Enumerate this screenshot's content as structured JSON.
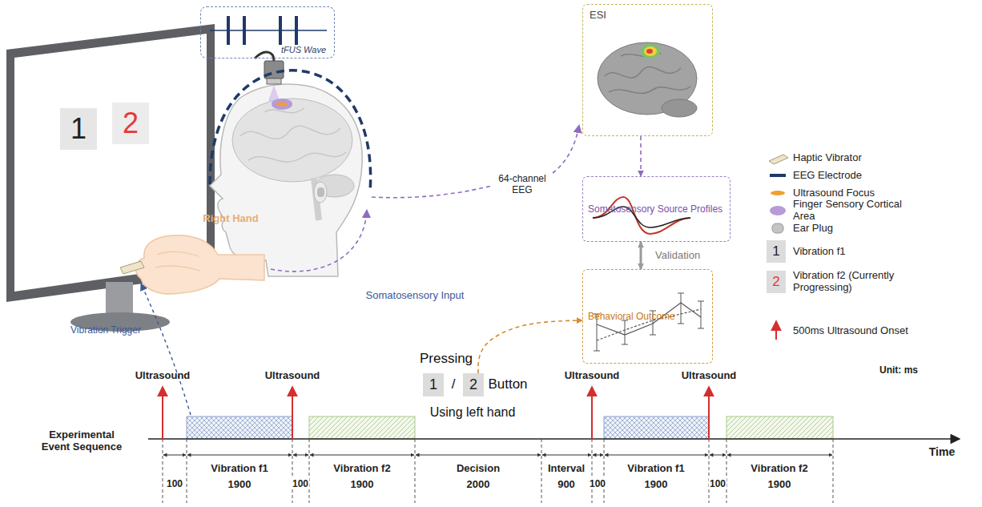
{
  "diagram": {
    "nodes": [
      {
        "text": [
          "tFUS Wave"
        ]
      },
      {
        "text": [
          "1"
        ]
      },
      {
        "text": [
          "2"
        ]
      },
      {
        "text": [
          "ESI"
        ]
      },
      {
        "text": [
          "Somatosensory Source Profiles"
        ]
      },
      {
        "text": [
          "Behavioral Outcome"
        ]
      },
      {
        "text": [
          "1"
        ]
      },
      {
        "text": [
          "2"
        ]
      },
      {
        "text": [
          "1"
        ]
      },
      {
        "text": [
          "2"
        ]
      }
    ],
    "edges": [
      {
        "from": 3,
        "to": 4,
        "arrow": "to"
      },
      {
        "from": 4,
        "to": 5,
        "arrow": "both",
        "label": "Validation"
      },
      {
        "from": 9,
        "to": 5,
        "arrow": "to"
      }
    ],
    "labels": [
      "64-channel EEG",
      "Right Hand",
      "Somatosensory Input",
      "Vibration Trigger",
      "Pressing",
      "/",
      "Button",
      "Using left hand",
      "Unit: ms",
      "Ultrasound",
      "Ultrasound",
      "Ultrasound",
      "Ultrasound",
      "Experimental Event Sequence",
      "100",
      "Vibration f1",
      "1900",
      "100",
      "Vibration f2",
      "1900",
      "Decision",
      "2000",
      "Interval",
      "900",
      "100",
      "Vibration f1",
      "1900",
      "100",
      "Vibration f2",
      "1900",
      "Time"
    ],
    "legend": [
      {
        "text": "Haptic Vibrator"
      },
      {
        "text": "EEG Electrode"
      },
      {
        "text": "Ultrasound Focus"
      },
      {
        "text": "Finger Sensory Cortical Area"
      },
      {
        "text": "Ear Plug"
      },
      {
        "text": "Vibration f1"
      },
      {
        "text": "Vibration f2 (Currently Progressing)"
      },
      {
        "text": "500ms Ultrasound Onset"
      }
    ]
  }
}
